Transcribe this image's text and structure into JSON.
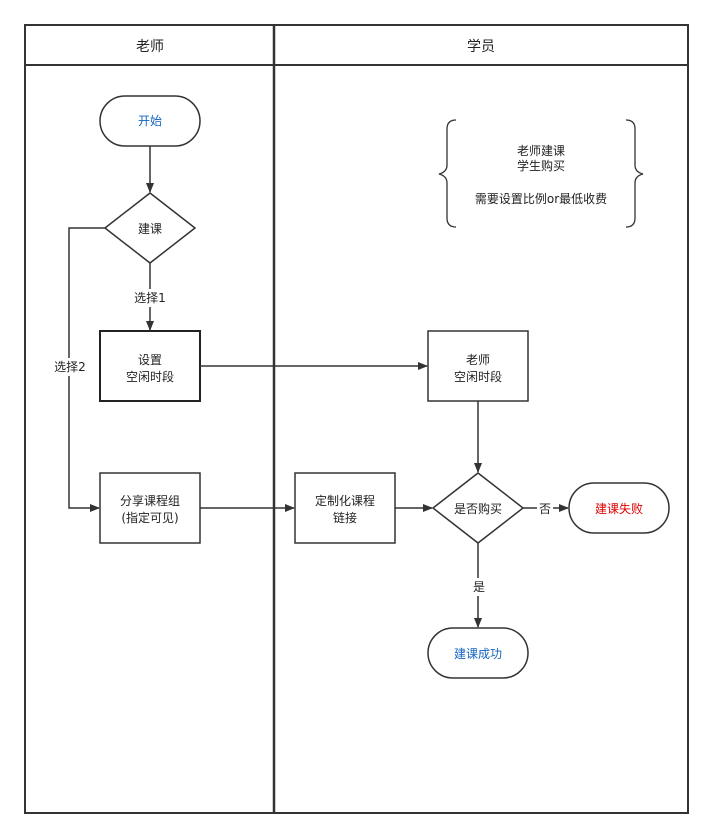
{
  "lanes": {
    "teacher": "老师",
    "student": "学员"
  },
  "nodes": {
    "start": "开始",
    "create_course": "建课",
    "set_free_time": [
      "设置",
      "空闲时段"
    ],
    "share_group": [
      "分享课程组",
      "(指定可见)"
    ],
    "teacher_free_time": [
      "老师",
      "空闲时段"
    ],
    "custom_link": [
      "定制化课程",
      "链接"
    ],
    "purchased": "是否购买",
    "fail": "建课失败",
    "success": "建课成功"
  },
  "note": {
    "line1": "老师建课",
    "line2": "学生购买",
    "line3": "需要设置比例or最低收费"
  },
  "edge_labels": {
    "choice1": "选择1",
    "choice2": "选择2",
    "no": "否",
    "yes": "是"
  },
  "colors": {
    "line": "#333333",
    "start_text": "#1565c0",
    "success_text": "#1565c0",
    "fail_text": "#e00000"
  }
}
